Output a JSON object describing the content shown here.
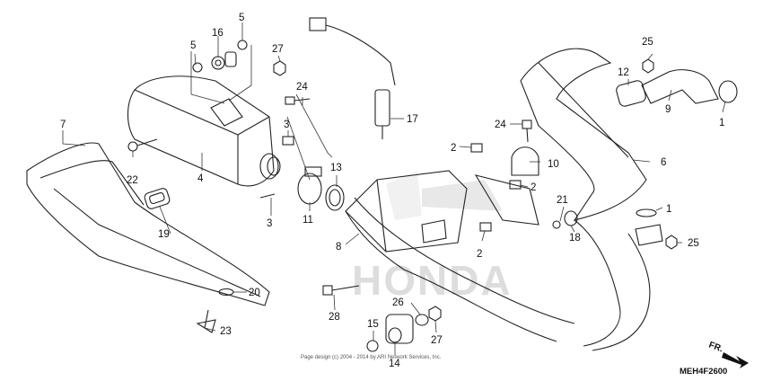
{
  "diagram": {
    "brand_watermark": "HONDA",
    "diagram_code": "MEH4F2600",
    "direction_label": "FR.",
    "copyright": "Page design (c) 2004 - 2014 by ARI Network Services, Inc.",
    "part_labels": {
      "p1a": "1",
      "p1b": "1",
      "p2a": "2",
      "p2b": "2",
      "p2c": "2",
      "p3a": "3",
      "p3b": "3",
      "p4": "4",
      "p5a": "5",
      "p5b": "5",
      "p6": "6",
      "p7": "7",
      "p8": "8",
      "p9": "9",
      "p10": "10",
      "p11": "11",
      "p12": "12",
      "p13": "13",
      "p14": "14",
      "p15": "15",
      "p16": "16",
      "p17": "17",
      "p18": "18",
      "p19": "19",
      "p20": "20",
      "p21": "21",
      "p22": "22",
      "p23": "23",
      "p24a": "24",
      "p24b": "24",
      "p25a": "25",
      "p25b": "25",
      "p26": "26",
      "p27a": "27",
      "p27b": "27",
      "p28": "28"
    }
  }
}
